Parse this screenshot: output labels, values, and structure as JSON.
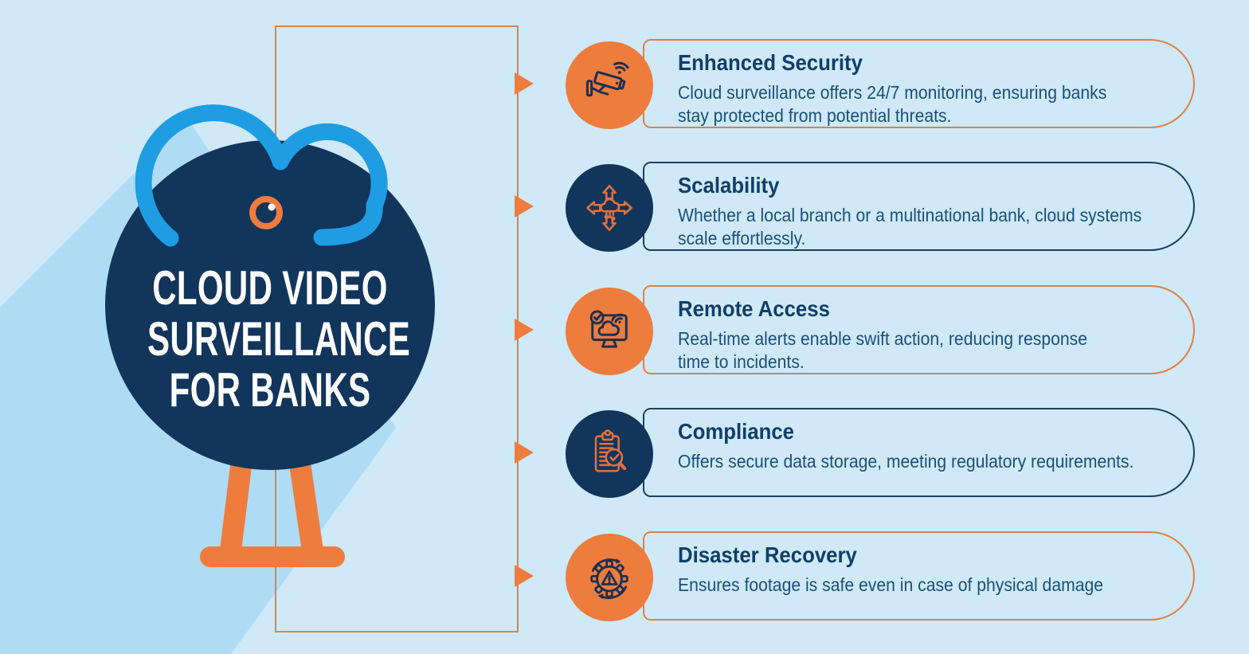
{
  "infographic": {
    "hero": {
      "title_lines": [
        "CLOUD VIDEO",
        "SURVEILLANCE",
        "FOR BANKS"
      ],
      "icon": "cloud-camera-lens-icon"
    },
    "cards": [
      {
        "title": "Enhanced Security",
        "body": "Cloud surveillance offers 24/7 monitoring, ensuring banks\nstay protected from potential threats.",
        "accent": "orange",
        "icon": "cctv-camera-icon"
      },
      {
        "title": "Scalability",
        "body": "Whether a local branch or a multinational bank, cloud systems\nscale effortlessly.",
        "accent": "navy",
        "icon": "cloud-scaling-arrows-icon"
      },
      {
        "title": "Remote Access",
        "body": "Real-time alerts enable swift action, reducing response\ntime to incidents.",
        "accent": "orange",
        "icon": "monitor-cloud-wifi-icon"
      },
      {
        "title": "Compliance",
        "body": "Offers secure data storage, meeting regulatory requirements.",
        "accent": "navy",
        "icon": "clipboard-magnifier-check-icon"
      },
      {
        "title": "Disaster Recovery",
        "body": "Ensures footage is safe even in case of physical damage",
        "accent": "orange",
        "icon": "gear-warning-recovery-icon"
      }
    ],
    "colors": {
      "background": "#cfe9f8",
      "long_shadow": "#aedcf4",
      "navy": "#12355c",
      "cloud_blue": "#1f9de2",
      "orange": "#ee7c3d",
      "connector_line": "#c9895a",
      "title_text": "#123e68",
      "body_text": "#1d4f79"
    }
  }
}
